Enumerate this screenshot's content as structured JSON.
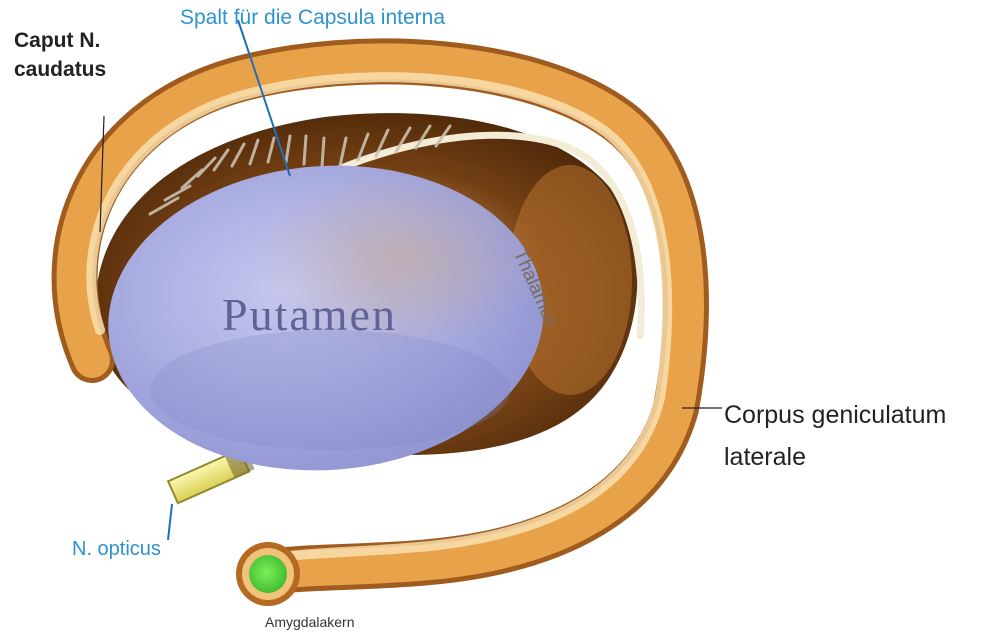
{
  "labels": {
    "caput_line1": "Caput N.",
    "caput_line2": "caudatus",
    "spalt": "Spalt für die Capsula interna",
    "putamen": "Putamen",
    "thalamus": "Thalamus",
    "corpus_line1": "Corpus geniculatum",
    "corpus_line2": "laterale",
    "opticus": "N. opticus",
    "amygdala": "Amygdalakern"
  },
  "colors": {
    "caudate_orange": "#e7a24a",
    "caudate_highlight": "#fbe3b4",
    "thalamus_dark": "#6a3a12",
    "putamen_lavender": "#a6a9df",
    "amygdala_green": "#63db43",
    "optic_nerve_yellow": "#f4ef8a",
    "label_blue": "#2f93cf",
    "label_dark": "#222222"
  }
}
